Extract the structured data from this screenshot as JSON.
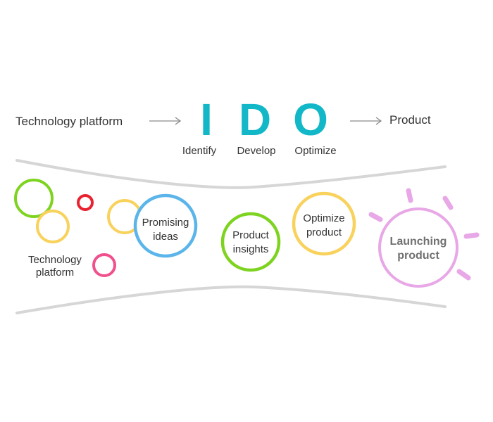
{
  "header": {
    "left_label": "Technology platform",
    "right_label": "Product",
    "letters": [
      "I",
      "D",
      "O"
    ],
    "steps": [
      "Identify",
      "Develop",
      "Optimize"
    ]
  },
  "funnel": {
    "left_label_line1": "Technology",
    "left_label_line2": "platform",
    "stages": [
      {
        "line1": "Promising",
        "line2": "ideas"
      },
      {
        "line1": "Product",
        "line2": "insights"
      },
      {
        "line1": "Optimize",
        "line2": "product"
      },
      {
        "line1": "Launching",
        "line2": "product"
      }
    ]
  },
  "colors": {
    "accent": "#12b8c8",
    "green": "#7ed321",
    "yellow": "#f8d25c",
    "red": "#e8222f",
    "pink": "#f0508c",
    "blue": "#5bb5ea",
    "lavender": "#e8a7e6",
    "curve": "#d6d6d6",
    "arrow": "#8a8a8a"
  }
}
